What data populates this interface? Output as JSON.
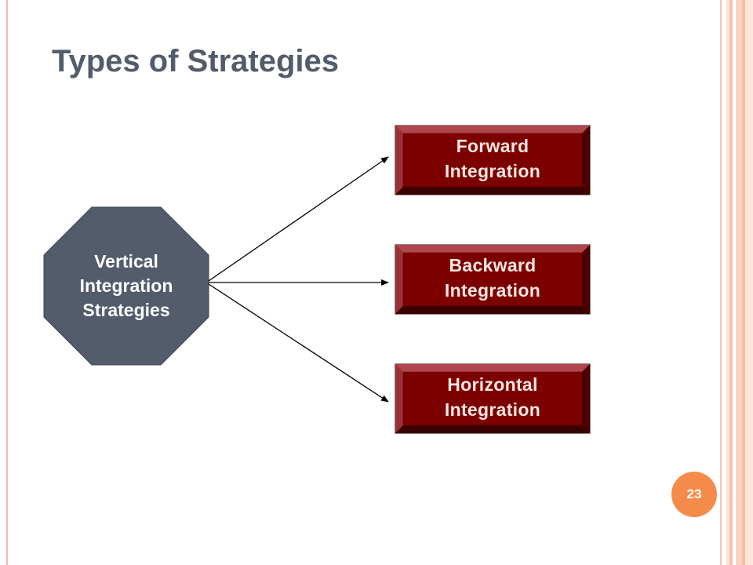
{
  "slide": {
    "title": "Types of Strategies",
    "page_number": "23"
  },
  "diagram": {
    "source": {
      "lines": [
        "Vertical",
        "Integration",
        "Strategies"
      ],
      "fill": "#545c6b"
    },
    "targets": [
      {
        "lines": [
          "Forward",
          "Integration"
        ]
      },
      {
        "lines": [
          "Backward",
          "Integration"
        ]
      },
      {
        "lines": [
          "Horizontal",
          "Integration"
        ]
      }
    ],
    "box_fill": "#7a0000",
    "accent": "#f58b4b"
  }
}
